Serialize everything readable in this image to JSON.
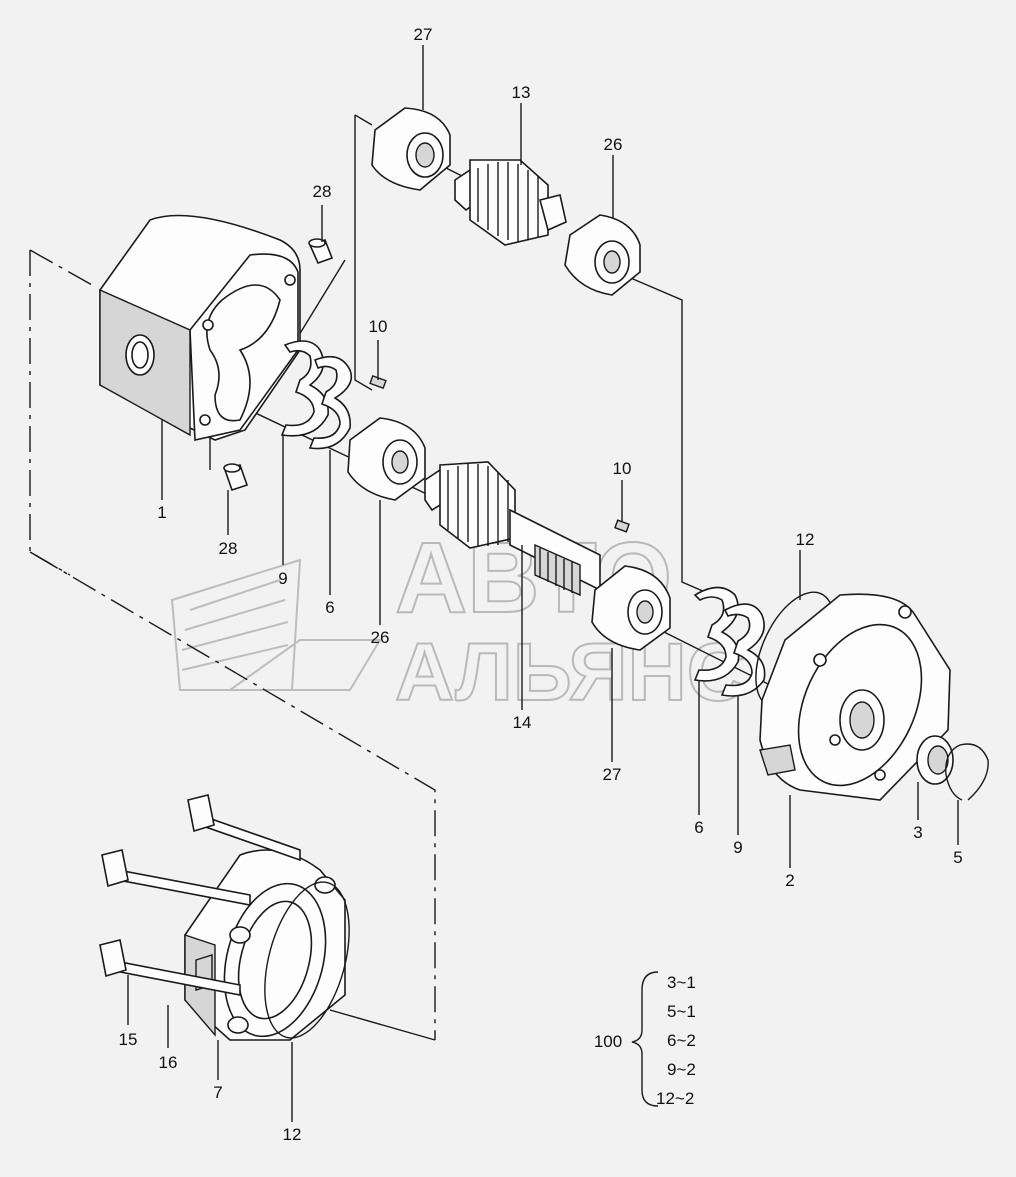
{
  "watermark": {
    "line1": "АВТО",
    "line2": "АЛЬЯНС"
  },
  "callouts": [
    {
      "id": "c27a",
      "text": "27"
    },
    {
      "id": "c13",
      "text": "13"
    },
    {
      "id": "c26a",
      "text": "26"
    },
    {
      "id": "c28a",
      "text": "28"
    },
    {
      "id": "c10a",
      "text": "10"
    },
    {
      "id": "c1",
      "text": "1"
    },
    {
      "id": "c28b",
      "text": "28"
    },
    {
      "id": "c9a",
      "text": "9"
    },
    {
      "id": "c6a",
      "text": "6"
    },
    {
      "id": "c26b",
      "text": "26"
    },
    {
      "id": "c14",
      "text": "14"
    },
    {
      "id": "c10b",
      "text": "10"
    },
    {
      "id": "c12a",
      "text": "12"
    },
    {
      "id": "c27b",
      "text": "27"
    },
    {
      "id": "c6b",
      "text": "6"
    },
    {
      "id": "c9b",
      "text": "9"
    },
    {
      "id": "c2",
      "text": "2"
    },
    {
      "id": "c3",
      "text": "3"
    },
    {
      "id": "c5",
      "text": "5"
    },
    {
      "id": "c15",
      "text": "15"
    },
    {
      "id": "c16",
      "text": "16"
    },
    {
      "id": "c7",
      "text": "7"
    },
    {
      "id": "c12b",
      "text": "12"
    }
  ],
  "kit": {
    "number": "100",
    "items": [
      "3~1",
      "5~1",
      "6~2",
      "9~2",
      "12~2"
    ]
  }
}
